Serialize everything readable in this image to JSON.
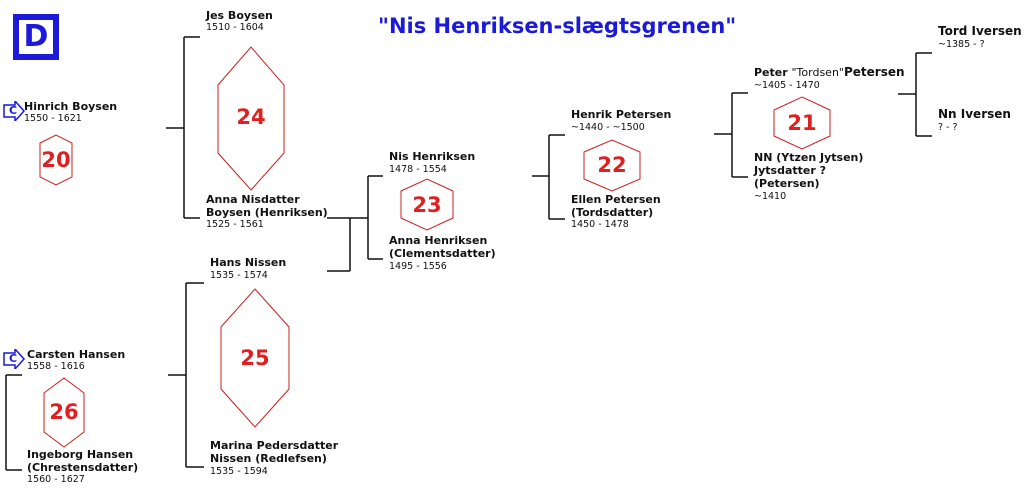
{
  "title": "\"Nis Henriksen-slægtsgrenen\"",
  "logo_letter": "D",
  "colors": {
    "title": "#1a1ad8",
    "number": "#e02020",
    "hex_outline": "#c82020",
    "line": "#111111"
  },
  "persons": {
    "hinrich": {
      "name": "Hinrich Boysen",
      "dates": "1550 - 1621",
      "icon": "c-arrow-icon",
      "icon_label": "C"
    },
    "jes": {
      "name": "Jes Boysen",
      "dates": "1510 - 1604"
    },
    "anna_nisdatter": {
      "name1": "Anna Nisdatter",
      "name2": "Boysen (Henriksen)",
      "dates": "1525 - 1561"
    },
    "hans_nissen": {
      "name": "Hans Nissen",
      "dates": "1535 - 1574"
    },
    "nis_henriksen": {
      "name": "Nis Henriksen",
      "dates": "1478 - 1554"
    },
    "anna_henriksen": {
      "name1": "Anna Henriksen",
      "name2": "(Clementsdatter)",
      "dates": "1495 - 1556"
    },
    "henrik_petersen": {
      "name": "Henrik Petersen",
      "dates": "~1440 - ~1500"
    },
    "ellen_petersen": {
      "name1": "Ellen Petersen",
      "name2": "(Tordsdatter)",
      "dates": "1450 - 1478"
    },
    "peter": {
      "name_part1": "Peter ",
      "name_part2": "\"Tordsen\"",
      "name_part3": "Petersen",
      "dates": "~1405 - 1470"
    },
    "nn_ytzen": {
      "name1": "NN (Ytzen Jytsen)",
      "name2": "Jytsdatter ?",
      "name3": "(Petersen)",
      "dates": "~1410"
    },
    "tord": {
      "name": "Tord Iversen",
      "dates": "~1385 - ?"
    },
    "nn_iversen": {
      "name": "Nn Iversen",
      "dates": "? - ?"
    },
    "carsten": {
      "name": "Carsten Hansen",
      "dates": "1558 - 1616",
      "icon": "c-arrow-icon",
      "icon_label": "C"
    },
    "ingeborg": {
      "name1": "Ingeborg Hansen",
      "name2": "(Chrestensdatter)",
      "dates": "1560 - 1627"
    },
    "marina": {
      "name1": "Marina Pedersdatter",
      "name2": "Nissen (Redlefsen)",
      "dates": "1535 - 1594"
    }
  },
  "generations": {
    "g20": "20",
    "g21": "21",
    "g22": "22",
    "g23": "23",
    "g24": "24",
    "g25": "25",
    "g26": "26"
  }
}
